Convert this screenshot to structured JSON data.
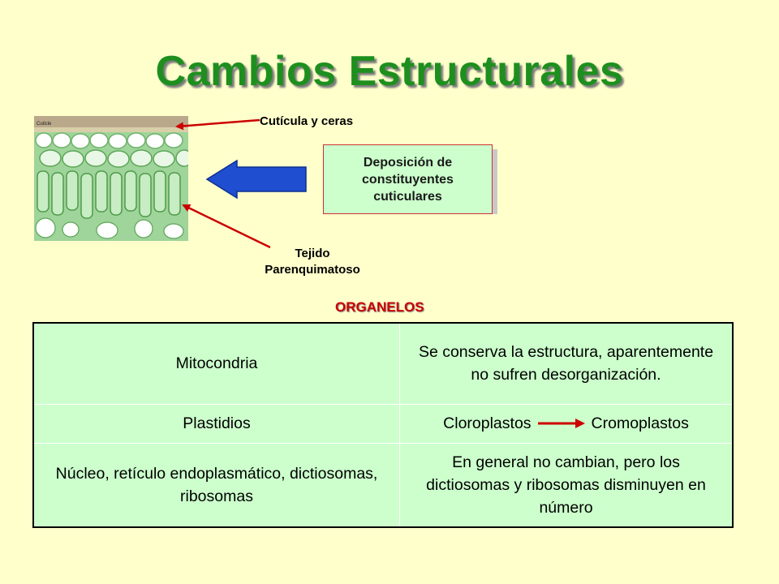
{
  "title": "Cambios Estructurales",
  "figure": {
    "image_label": "Cuticle",
    "callouts": {
      "cuticula": "Cutícula y ceras",
      "tejido_line1": "Tejido",
      "tejido_line2": "Parenquimatoso"
    }
  },
  "deposicion_box": {
    "line1": "Deposición de",
    "line2": "constituyentes",
    "line3": "cuticulares"
  },
  "organelos": {
    "heading": "ORGANELOS",
    "rows": [
      {
        "organelo": "Mitocondria",
        "cambio": "Se conserva la estructura, aparentemente no sufren desorganización."
      },
      {
        "organelo": "Plastidios",
        "cambio_from": "Cloroplastos",
        "cambio_to": "Cromoplastos"
      },
      {
        "organelo": "Núcleo, retículo endoplasmático, dictiosomas, ribosomas",
        "cambio": "En general no cambian, pero los dictiosomas y ribosomas disminuyen en número"
      }
    ]
  },
  "colors": {
    "background": "#ffffcc",
    "title": "#1e8f1e",
    "heading": "#cc0000",
    "table_bg": "#ccffcc",
    "arrow_blue": "#1f4fd0",
    "arrow_red": "#cc0000"
  }
}
